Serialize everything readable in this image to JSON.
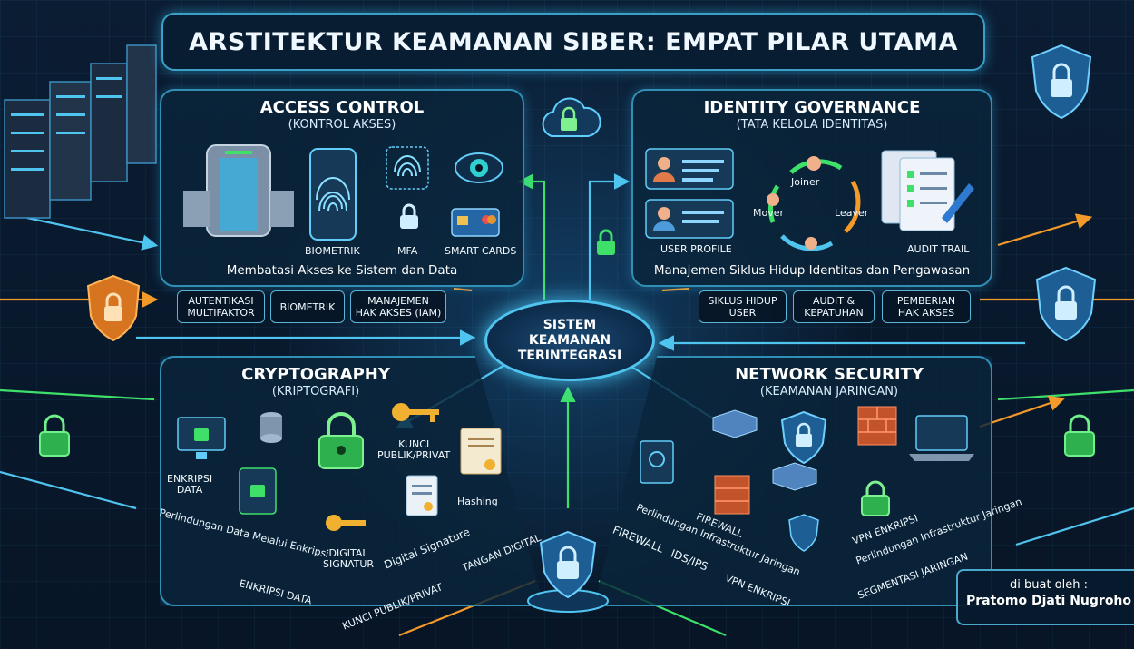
{
  "title": "ARSTITEKTUR KEAMANAN SIBER: EMPAT PILAR UTAMA",
  "hub": {
    "line1": "SISTEM",
    "line2": "KEAMANAN",
    "line3": "TERINTEGRASI"
  },
  "access_control": {
    "title": "ACCESS CONTROL",
    "subtitle": "(KONTROL AKSES)",
    "labels": {
      "biometrik": "BIOMETRIK",
      "mfa": "MFA",
      "smart_cards": "SMART CARDS"
    },
    "caption": "Membatasi Akses ke Sistem dan Data",
    "tags": [
      "AUTENTIKASI\nMULTIFAKTOR",
      "BIOMETRIK",
      "MANAJEMEN\nHAK AKSES (IAM)"
    ]
  },
  "identity_governance": {
    "title": "IDENTITY GOVERNANCE",
    "subtitle": "(TATA KELOLA IDENTITAS)",
    "labels": {
      "user_profile": "USER PROFILE",
      "joiner": "Joiner",
      "mover": "Mover",
      "leaver": "Leaver",
      "audit_trail": "AUDIT TRAIL"
    },
    "caption": "Manajemen Siklus Hidup Identitas dan Pengawasan",
    "tags": [
      "SIKLUS HIDUP\nUSER",
      "AUDIT &\nKEPATUHAN",
      "PEMBERIAN\nHAK AKSES"
    ]
  },
  "cryptography": {
    "title": "CRYPTOGRAPHY",
    "subtitle": "(KRIPTOGRAFI)",
    "labels": {
      "enkripsi_data": "ENKRIPSI\nDATA",
      "kunci": "KUNCI\nPUBLIK/PRIVAT",
      "hashing": "Hashing",
      "digital_signatur": "DIGITAL\nSIGNATUR",
      "digital_signature": "Digital Signature"
    },
    "diagonal": {
      "perlindungan": "Perlindungan Data Melalui Enkripsi",
      "enkripsi": "ENKRIPSI DATA",
      "kunci": "KUNCI PUBLIK/PRIVAT",
      "tangan": "TANGAN DIGITAL"
    }
  },
  "network_security": {
    "title": "NETWORK SECURITY",
    "subtitle": "(KEAMANAN JARINGAN)",
    "labels": {
      "firewall": "FIREWALL",
      "vpn": "VPN ENKRIPSI"
    },
    "diagonal": {
      "perlindungan1": "Perlindungan Infrastruktur Jaringan",
      "perlindungan2": "Perlindungan Infrastruktur Jaringan",
      "firewall": "FIREWALL",
      "ids": "IDS/IPS",
      "vpn": "VPN ENKRIPSI",
      "segmentasi": "SEGMENTASI JARINGAN"
    }
  },
  "credit": {
    "line1": "di buat oleh :",
    "line2": "Pratomo Djati Nugroho"
  },
  "colors": {
    "accent": "#4fc4ef",
    "green": "#3ee06a",
    "orange": "#f39a2a",
    "panel_border": "#2f8fb5"
  },
  "icons": [
    "server-rack-icon",
    "cloud-lock-icon",
    "shield-lock-icon",
    "fingerprint-icon",
    "eye-icon",
    "padlock-icon",
    "smart-card-icon",
    "turnstile-gate-icon",
    "user-card-icon",
    "checklist-icon",
    "database-icon",
    "key-icon",
    "certificate-icon",
    "firewall-icon",
    "laptop-icon",
    "monitor-icon"
  ]
}
